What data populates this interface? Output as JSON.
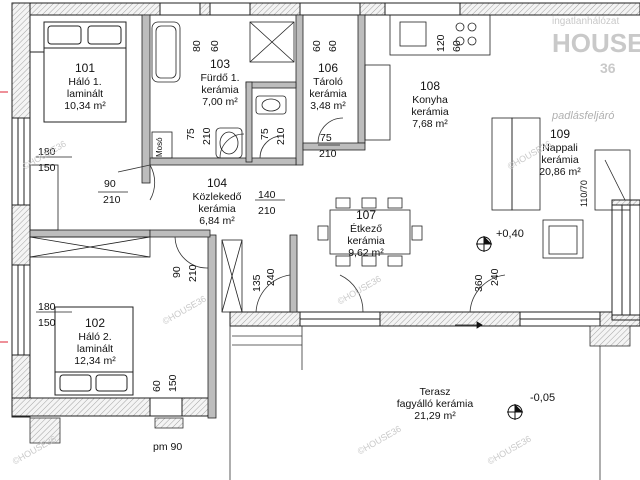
{
  "rooms": {
    "r101": {
      "num": "101",
      "name": "Háló 1.",
      "floor": "laminált",
      "area": "10,34 m²"
    },
    "r102": {
      "num": "102",
      "name": "Háló 2.",
      "floor": "laminált",
      "area": "12,34 m²"
    },
    "r103": {
      "num": "103",
      "name": "Fürdő 1.",
      "floor": "kerámia",
      "area": "7,00 m²"
    },
    "r104": {
      "num": "104",
      "name": "Közlekedő",
      "floor": "kerámia",
      "area": "6,84 m²"
    },
    "r106": {
      "num": "106",
      "name": "Tároló",
      "floor": "kerámia",
      "area": "3,48 m²"
    },
    "r107": {
      "num": "107",
      "name": "Étkező",
      "floor": "kerámia",
      "area": "9,62 m²"
    },
    "r108": {
      "num": "108",
      "name": "Konyha",
      "floor": "kerámia",
      "area": "7,68 m²"
    },
    "r109": {
      "num": "109",
      "name": "Nappali",
      "floor": "kerámia",
      "area": "20,86 m²"
    },
    "terrace": {
      "name": "Terasz",
      "floor": "fagyálló kerámia",
      "area": "21,29 m²"
    }
  },
  "dimensions": {
    "d180a": "180",
    "d150a": "150",
    "d180b": "180",
    "d150b": "150",
    "d90a": "90",
    "d210a": "210",
    "d140": "140",
    "d210b": "210",
    "d90b": "90",
    "d210c": "210",
    "d135": "135",
    "d240a": "240",
    "d360": "360",
    "d240b": "240",
    "d80a": "80",
    "d60a": "60",
    "d60b": "60",
    "d60c": "60",
    "d75a": "75",
    "d210d": "210",
    "d75b": "75",
    "d210e": "210",
    "d75c": "75",
    "d210f": "210",
    "d120": "120",
    "d60d": "60",
    "d60e": "60",
    "d150c": "150",
    "d110": "110/70",
    "pm": "pm 90"
  },
  "fixtures": {
    "wc": "Mosó"
  },
  "levels": {
    "living": "+0,40",
    "terrace": "-0,05"
  },
  "watermarks": {
    "brand_top": "ingatlanhálózat",
    "brand_main": "HOUSE",
    "brand_num": "36",
    "padlas": "padlásfeljáró",
    "tiles": [
      "©HOUSE36",
      "©HOUSE36",
      "©HOUSE36",
      "©HOUSE36",
      "©HOUSE36",
      "©HOUSE36",
      "©HOUSE36"
    ]
  }
}
